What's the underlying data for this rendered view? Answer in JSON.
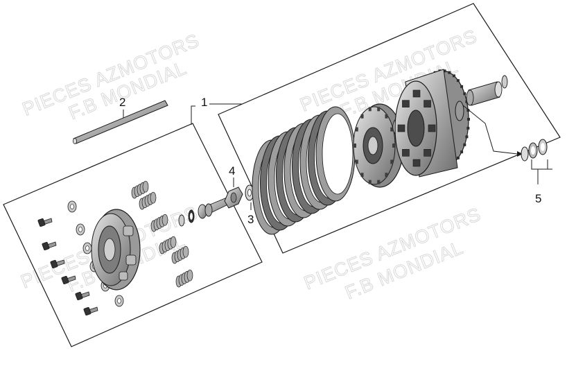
{
  "diagram": {
    "type": "exploded-parts-view",
    "callouts": [
      {
        "id": "1",
        "label": "1"
      },
      {
        "id": "2",
        "label": "2"
      },
      {
        "id": "3",
        "label": "3"
      },
      {
        "id": "4",
        "label": "4"
      },
      {
        "id": "5",
        "label": "5"
      }
    ]
  },
  "watermark": {
    "line1": "PIECES AZMOTORS",
    "line2": "F.B MONDIAL"
  },
  "colors": {
    "line": "#1a1a1a",
    "part_fill": "#bdbdbd",
    "part_dark": "#555555",
    "watermark": "#d9d9d9",
    "background": "#ffffff"
  }
}
